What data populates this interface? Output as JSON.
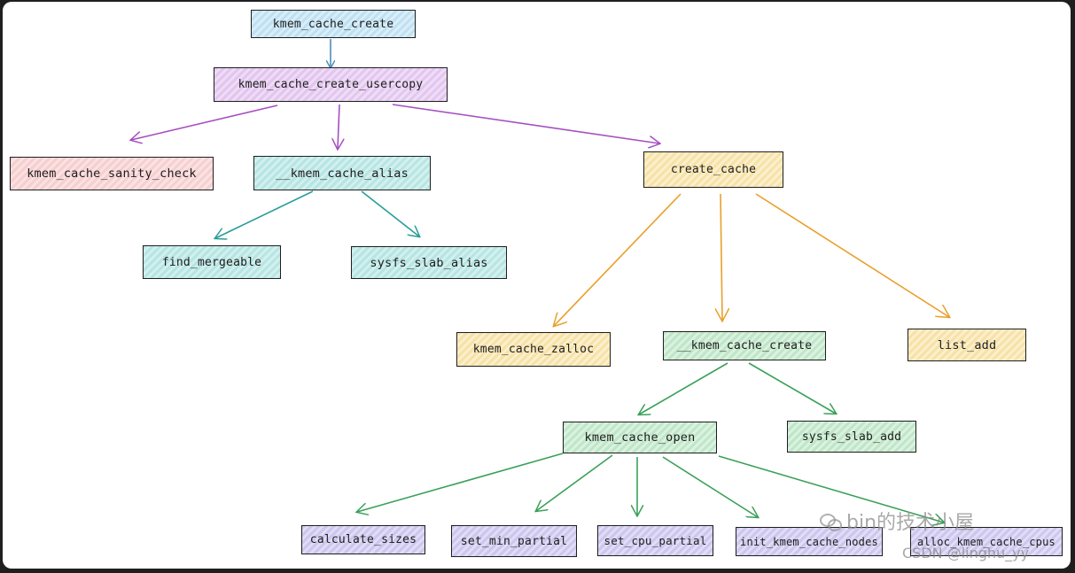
{
  "colors": {
    "blue": "#4a90b8",
    "purple": "#a64fc0",
    "teal": "#2a9d99",
    "orange": "#e8a02a",
    "green": "#3aa05a"
  },
  "nodes": {
    "kmem_cache_create": "kmem_cache_create",
    "kmem_cache_create_usercopy": "kmem_cache_create_usercopy",
    "kmem_cache_sanity_check": "kmem_cache_sanity_check",
    "kmem_cache_alias": "__kmem_cache_alias",
    "create_cache": "create_cache",
    "find_mergeable": "find_mergeable",
    "sysfs_slab_alias": "sysfs_slab_alias",
    "kmem_cache_zalloc": "kmem_cache_zalloc",
    "kmem_cache_create_inner": "__kmem_cache_create",
    "list_add": "list_add",
    "kmem_cache_open": "kmem_cache_open",
    "sysfs_slab_add": "sysfs_slab_add",
    "calculate_sizes": "calculate_sizes",
    "set_min_partial": "set_min_partial",
    "set_cpu_partial": "set_cpu_partial",
    "init_kmem_cache_nodes": "init_kmem_cache_nodes",
    "alloc_kmem_cache_cpus": "alloc_kmem_cache_cpus"
  },
  "watermark": {
    "channel": "bin的技术小屋",
    "csdn": "CSDN @linghu_yy"
  }
}
